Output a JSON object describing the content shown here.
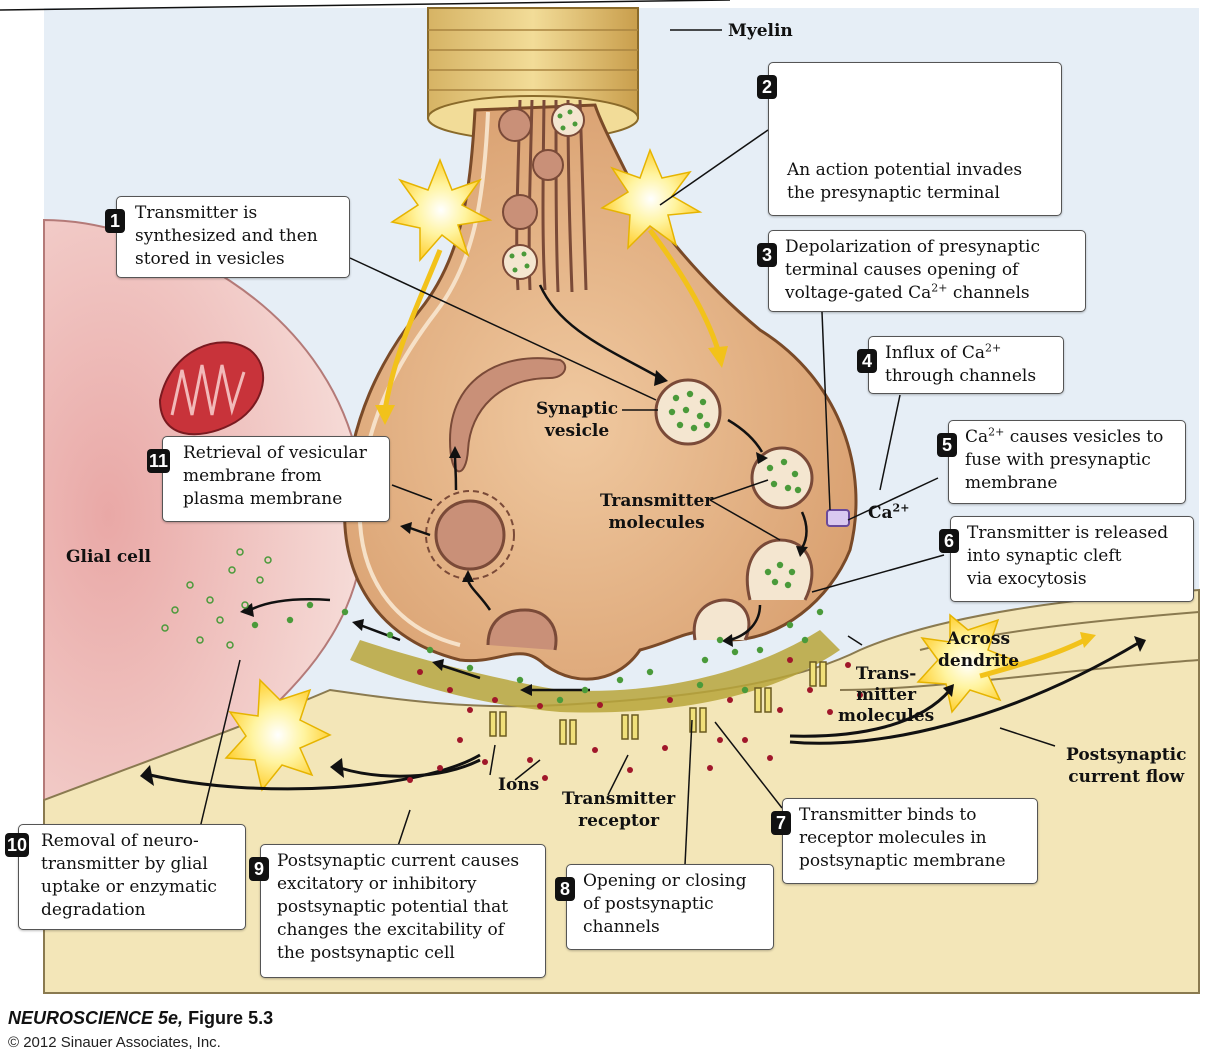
{
  "labels": {
    "myelin": "Myelin",
    "synaptic_vesicle": "Synaptic\nvesicle",
    "transmitter_molecules_1": "Transmitter\nmolecules",
    "glial_cell": "Glial cell",
    "ca": "Ca",
    "ca_sup": "2+",
    "across_dendrite": "Across\ndendrite",
    "trans_mitter_molecules": "Trans-\nmitter\nmolecules",
    "postsynaptic_current_flow": "Postsynaptic\ncurrent flow",
    "ions": "Ions",
    "transmitter_receptor": "Transmitter\nreceptor"
  },
  "steps": [
    {
      "num": "1",
      "text": "Transmitter is\nsynthesized and then\nstored in vesicles"
    },
    {
      "num": "2",
      "text": "An action potential invades\nthe presynaptic terminal"
    },
    {
      "num": "3",
      "text_a": "Depolarization of presynaptic\nterminal causes opening of\nvoltage-gated Ca",
      "sup": "2+",
      "text_b": " channels"
    },
    {
      "num": "4",
      "text_a": "Influx of Ca",
      "sup": "2+",
      "text_b": "\nthrough channels"
    },
    {
      "num": "5",
      "text_a": "Ca",
      "sup": "2+",
      "text_b": " causes vesicles to\nfuse with presynaptic\nmembrane"
    },
    {
      "num": "6",
      "text": "Transmitter is released\ninto synaptic cleft\nvia exocytosis"
    },
    {
      "num": "7",
      "text": "Transmitter binds to\nreceptor molecules in\npostsynaptic membrane"
    },
    {
      "num": "8",
      "text": "Opening or closing\nof postsynaptic\nchannels"
    },
    {
      "num": "9",
      "text": "Postsynaptic current causes\nexcitatory or inhibitory\npostsynaptic potential that\nchanges the excitability of\nthe postsynaptic cell"
    },
    {
      "num": "10",
      "text": "Removal of neuro-\ntransmitter by glial\nuptake or enzymatic\ndegradation"
    },
    {
      "num": "11",
      "text": "Retrieval of vesicular\nmembrane from\nplasma membrane"
    }
  ],
  "caption": {
    "title": "NEUROSCIENCE 5e,",
    "figure": "Figure 5.3",
    "copyright": "© 2012 Sinauer Associates, Inc."
  },
  "colors": {
    "background": "#e6eef6",
    "terminal": "#e8b887",
    "postsynaptic": "#f3e6b8",
    "glia": "#f0c9c6",
    "cleft": "#b7a43a",
    "transmitter": "#4a9a3a",
    "ion": "#a0172a"
  }
}
